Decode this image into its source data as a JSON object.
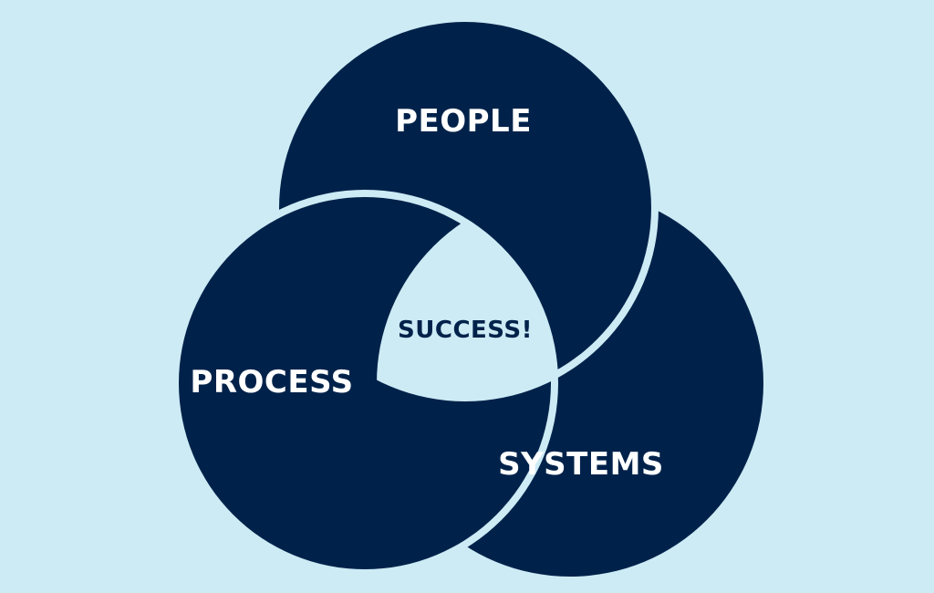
{
  "colors": {
    "background": "#cdebf5",
    "circle_fill": "#00224a",
    "label_on_circle": "#ffffff",
    "label_center": "#00224a"
  },
  "labels": {
    "people": "PEOPLE",
    "process": "PROCESS",
    "systems": "SYSTEMS",
    "center": "SUCCESS!"
  }
}
